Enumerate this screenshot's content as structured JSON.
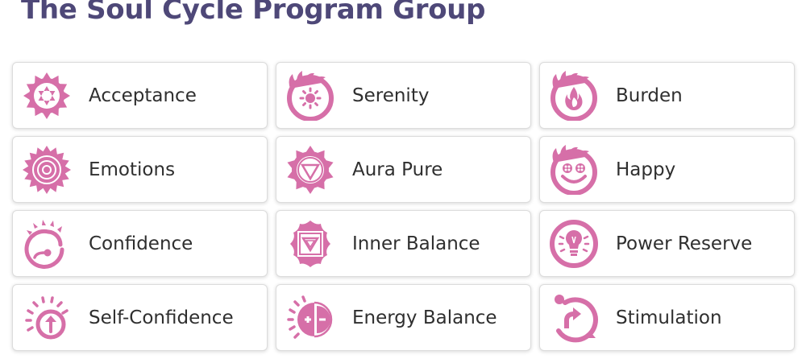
{
  "title": "The Soul Cycle Program Group",
  "accent_color": "#d66fa8",
  "programs": [
    {
      "label": "Acceptance",
      "icon": "star-of-david-icon"
    },
    {
      "label": "Serenity",
      "icon": "sun-icon"
    },
    {
      "label": "Burden",
      "icon": "flame-icon"
    },
    {
      "label": "Emotions",
      "icon": "lotus-rings-icon"
    },
    {
      "label": "Aura Pure",
      "icon": "lotus-triangle-icon"
    },
    {
      "label": "Happy",
      "icon": "smiley-icon"
    },
    {
      "label": "Confidence",
      "icon": "spiral-sprout-icon"
    },
    {
      "label": "Inner Balance",
      "icon": "square-triangle-icon"
    },
    {
      "label": "Power Reserve",
      "icon": "lightbulb-icon"
    },
    {
      "label": "Self-Confidence",
      "icon": "up-arrow-sun-icon"
    },
    {
      "label": "Energy Balance",
      "icon": "plus-minus-icon"
    },
    {
      "label": "Stimulation",
      "icon": "cycle-arrow-icon"
    }
  ]
}
